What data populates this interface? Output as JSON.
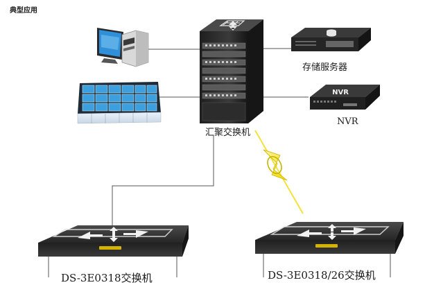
{
  "heading": "典型应用",
  "labels": {
    "storage_server": "存储服务器",
    "nvr": "NVR",
    "core_switch": "汇聚交换机",
    "nvr_device_text": "NVR",
    "right_access_switch": "DS-3E0318/26交换机",
    "left_access_switch": "DS-3E0318交换机"
  },
  "colors": {
    "link_line": "#555555",
    "fiber_link": "#f3e23a",
    "device_dark": "#2b2b2b",
    "switch_top": "#333333",
    "switch_arrows": "#f2f2f2",
    "status_bar": "#d4b400"
  }
}
